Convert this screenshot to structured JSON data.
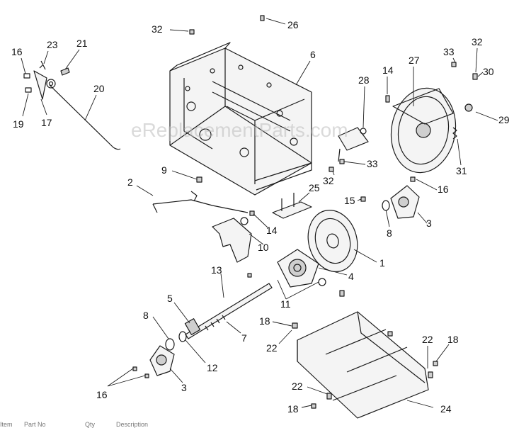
{
  "watermark": "eReplacementParts.com",
  "callouts": [
    "32",
    "26",
    "16",
    "23",
    "21",
    "6",
    "14",
    "27",
    "33",
    "32",
    "30",
    "28",
    "19",
    "17",
    "20",
    "29",
    "9",
    "2",
    "25",
    "15",
    "16",
    "31",
    "32",
    "33",
    "14",
    "10",
    "8",
    "3",
    "1",
    "13",
    "4",
    "11",
    "5",
    "7",
    "18",
    "8",
    "12",
    "22",
    "22",
    "18",
    "3",
    "16",
    "22",
    "18",
    "24"
  ],
  "footer": {
    "col1": "Item",
    "col2": "Part No",
    "col3": "Qty",
    "col4": "Description"
  },
  "colors": {
    "line": "#1a1a1a",
    "part_fill": "#f4f4f4",
    "shade": "#cfcfcf",
    "watermark": "#bdbdbd"
  }
}
